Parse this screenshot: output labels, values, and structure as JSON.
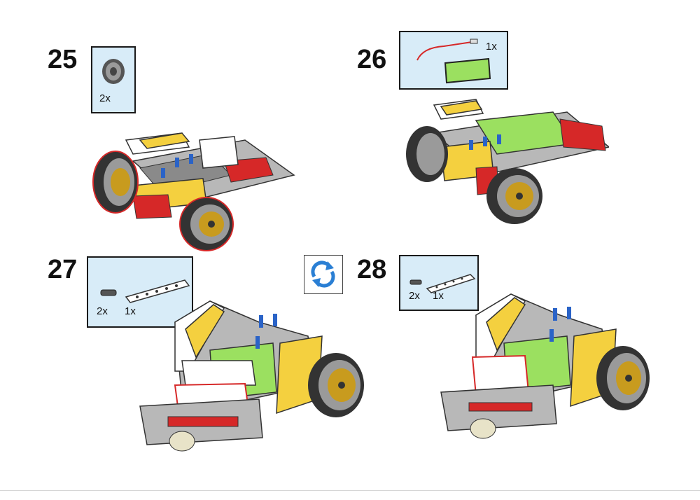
{
  "steps": [
    {
      "number": "25",
      "parts": [
        {
          "icon": "wheel-hub-icon",
          "qty": "2x"
        }
      ]
    },
    {
      "number": "26",
      "parts": [
        {
          "icon": "battery-pack-icon",
          "qty": "1x"
        }
      ]
    },
    {
      "number": "27",
      "parts": [
        {
          "icon": "axle-pin-icon",
          "qty": "2x"
        },
        {
          "icon": "beam-icon",
          "qty": "1x"
        }
      ]
    },
    {
      "number": "28",
      "parts": [
        {
          "icon": "axle-pin-icon",
          "qty": "2x"
        },
        {
          "icon": "beam-icon",
          "qty": "1x"
        }
      ]
    }
  ],
  "rotate_icon": "rotate-model-icon",
  "colors": {
    "parts_box_bg": "#d8ecf8",
    "yellow": "#f4d03f",
    "gray": "#8a8a8a",
    "red": "#d62828",
    "white": "#ffffff",
    "battery_green": "#9be060",
    "hub_gold": "#c89b1e",
    "rotate_blue": "#2a7fd4"
  }
}
